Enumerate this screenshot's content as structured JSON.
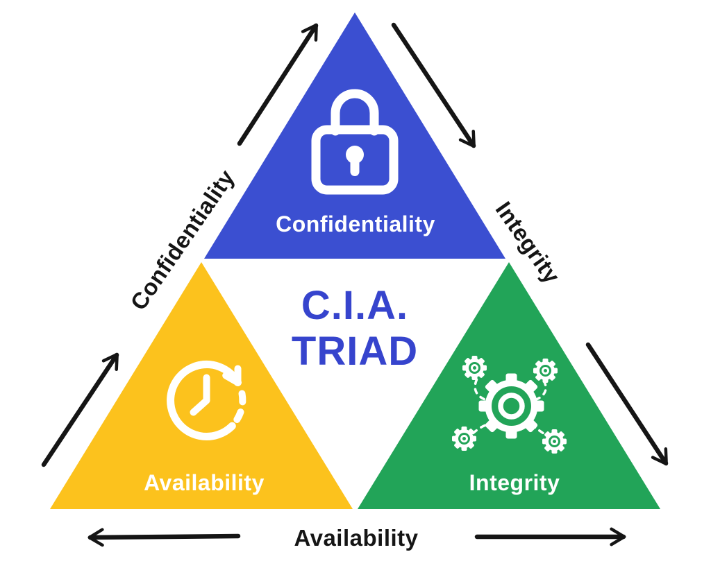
{
  "diagram": {
    "name": "CIA Triad",
    "title": {
      "line1": "C.I.A.",
      "line2": "TRIAD"
    },
    "sections": [
      {
        "id": "confidentiality",
        "label": "Confidentiality",
        "color": "#3b4fd1",
        "icon": "lock-icon"
      },
      {
        "id": "availability",
        "label": "Availability",
        "color": "#fcc21d",
        "icon": "clock-history-icon"
      },
      {
        "id": "integrity",
        "label": "Integrity",
        "color": "#22a458",
        "icon": "gears-icon"
      }
    ],
    "edge_labels": {
      "left": "Confidentiality",
      "right": "Integrity",
      "bottom": "Availability"
    },
    "arrows": [
      "upper-left-up-arrow",
      "upper-right-down-arrow",
      "lower-left-up-arrow",
      "lower-right-down-arrow",
      "bottom-left-arrow",
      "bottom-right-arrow"
    ],
    "colors": {
      "background": "#ffffff",
      "confidentiality_blue": "#3b4fd1",
      "availability_yellow": "#fcc21d",
      "integrity_green": "#22a458",
      "title_blue": "#3644cd",
      "arrow_black": "#151515",
      "section_label_white": "#ffffff",
      "edge_label_black": "#151515"
    }
  }
}
